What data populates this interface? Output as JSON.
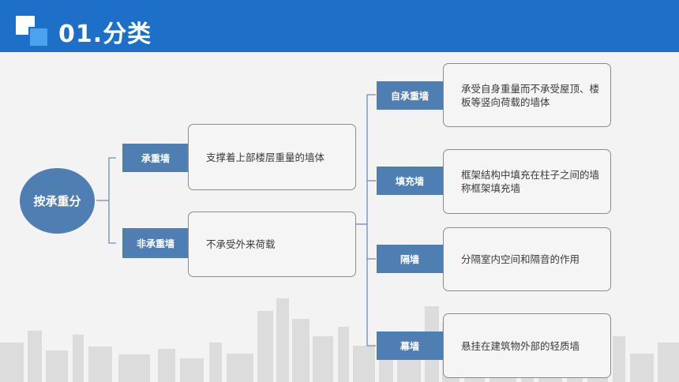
{
  "header": {
    "title": "01.分类",
    "bg_color": "#1e6fc8",
    "logo": "overlapping-squares-logo"
  },
  "diagram": {
    "root": "按承重分",
    "branches": [
      {
        "label": "承重墙",
        "desc": "支撑着上部楼层重量的墙体"
      },
      {
        "label": "非承重墙",
        "desc": "不承受外来荷载",
        "children": [
          {
            "label": "自承重墙",
            "desc": "承受自身重量而不承受屋顶、楼板等竖向荷载的墙体"
          },
          {
            "label": "填充墙",
            "desc": "框架结构中填充在柱子之间的墙称框架填充墙"
          },
          {
            "label": "隔墙",
            "desc": "分隔室内空间和隔音的作用"
          },
          {
            "label": "幕墙",
            "desc": "悬挂在建筑物外部的轻质墙"
          }
        ]
      }
    ],
    "colors": {
      "node": "#4f7eb3",
      "line": "#6d8fb8",
      "card_border": "#8c8c8c"
    }
  },
  "background": {
    "image": "city-skyline-watermark"
  }
}
